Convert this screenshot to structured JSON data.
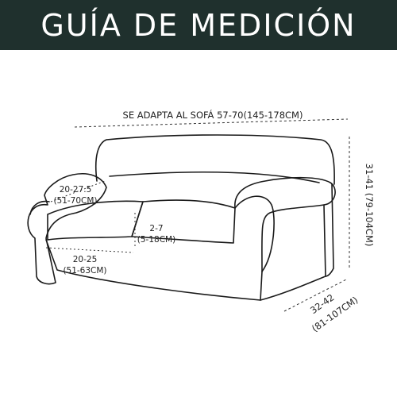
{
  "header": {
    "title": "GUÍA DE MEDICIÓN",
    "background_color": "#1f302d",
    "text_color": "#ffffff"
  },
  "measurements": {
    "sofa_width": "SE ADAPTA AL SOFÁ 57-70(145-178CM)",
    "back_height": "31-41 (79-104CM)",
    "depth_in": "32-42",
    "depth_cm": "(81-107CM)",
    "arm_in": "20-27.5",
    "arm_cm": "(51-70CM)",
    "cushion_thickness_in": "2-7",
    "cushion_thickness_cm": "(5-18CM)",
    "cushion_width_in": "20-25",
    "cushion_width_cm": "(51-63CM)"
  },
  "colors": {
    "line": "#1a1a1a",
    "dashed": "#333333"
  }
}
